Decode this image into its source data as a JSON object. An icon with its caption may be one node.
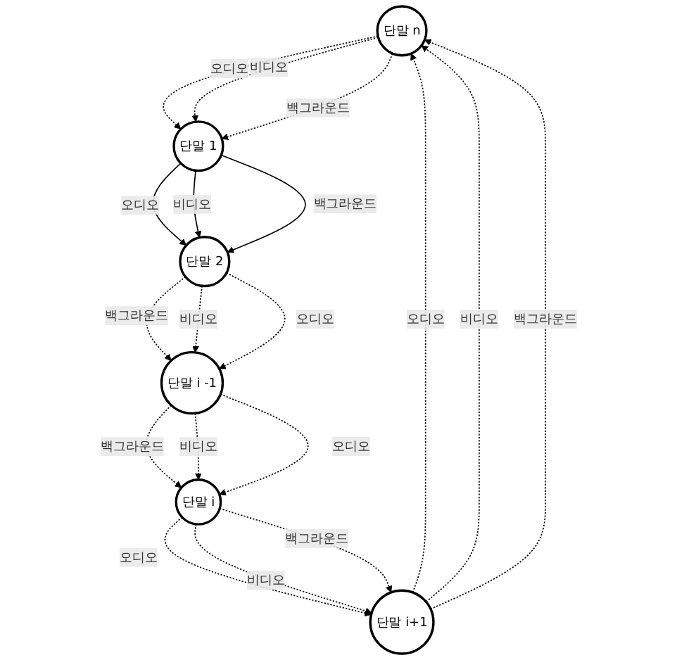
{
  "diagram": {
    "nodes": [
      {
        "text": [
          "단말 n"
        ]
      },
      {
        "text": [
          "단말 1"
        ]
      },
      {
        "text": [
          "단말 i+1"
        ]
      },
      {
        "text": [
          "단말 2"
        ]
      },
      {
        "text": [
          "단말 i"
        ]
      },
      {
        "text": [
          "단말 i -1"
        ]
      }
    ],
    "edges": [
      {
        "from": 0,
        "to": 1,
        "arrow": "to",
        "label": "오디오",
        "style": "dashed"
      },
      {
        "from": 0,
        "to": 1,
        "arrow": "to",
        "label": "비디오",
        "style": "dashed"
      },
      {
        "from": 0,
        "to": 1,
        "arrow": "to",
        "label": "백그라운드",
        "style": "dashed"
      },
      {
        "from": 1,
        "to": 3,
        "arrow": "to",
        "label": "오디오"
      },
      {
        "from": 1,
        "to": 3,
        "arrow": "to",
        "label": "비디오"
      },
      {
        "from": 1,
        "to": 3,
        "arrow": "to",
        "label": "백그라운드"
      },
      {
        "from": 3,
        "to": 5,
        "arrow": "to",
        "label": "백그라운드",
        "style": "dashed"
      },
      {
        "from": 3,
        "to": 5,
        "arrow": "to",
        "label": "비디오",
        "style": "dashed"
      },
      {
        "from": 3,
        "to": 5,
        "arrow": "to",
        "label": "오디오",
        "style": "dashed"
      },
      {
        "from": 5,
        "to": 4,
        "arrow": "to",
        "label": "백그라운드",
        "style": "dashed"
      },
      {
        "from": 5,
        "to": 4,
        "arrow": "to",
        "label": "비디오",
        "style": "dashed"
      },
      {
        "from": 5,
        "to": 4,
        "arrow": "to",
        "label": "오디오",
        "style": "dashed"
      },
      {
        "from": 4,
        "to": 2,
        "arrow": "to",
        "label": "오디오",
        "style": "dashed"
      },
      {
        "from": 4,
        "to": 2,
        "arrow": "to",
        "label": "비디오",
        "style": "dashed"
      },
      {
        "from": 4,
        "to": 2,
        "arrow": "to",
        "label": "백그라운드",
        "style": "dashed"
      },
      {
        "from": 2,
        "to": 0,
        "arrow": "to",
        "label": "오디오",
        "style": "dashed"
      },
      {
        "from": 2,
        "to": 0,
        "arrow": "to",
        "label": "비디오",
        "style": "dashed"
      },
      {
        "from": 2,
        "to": 0,
        "arrow": "to",
        "label": "백그라운드",
        "style": "dashed"
      }
    ]
  }
}
